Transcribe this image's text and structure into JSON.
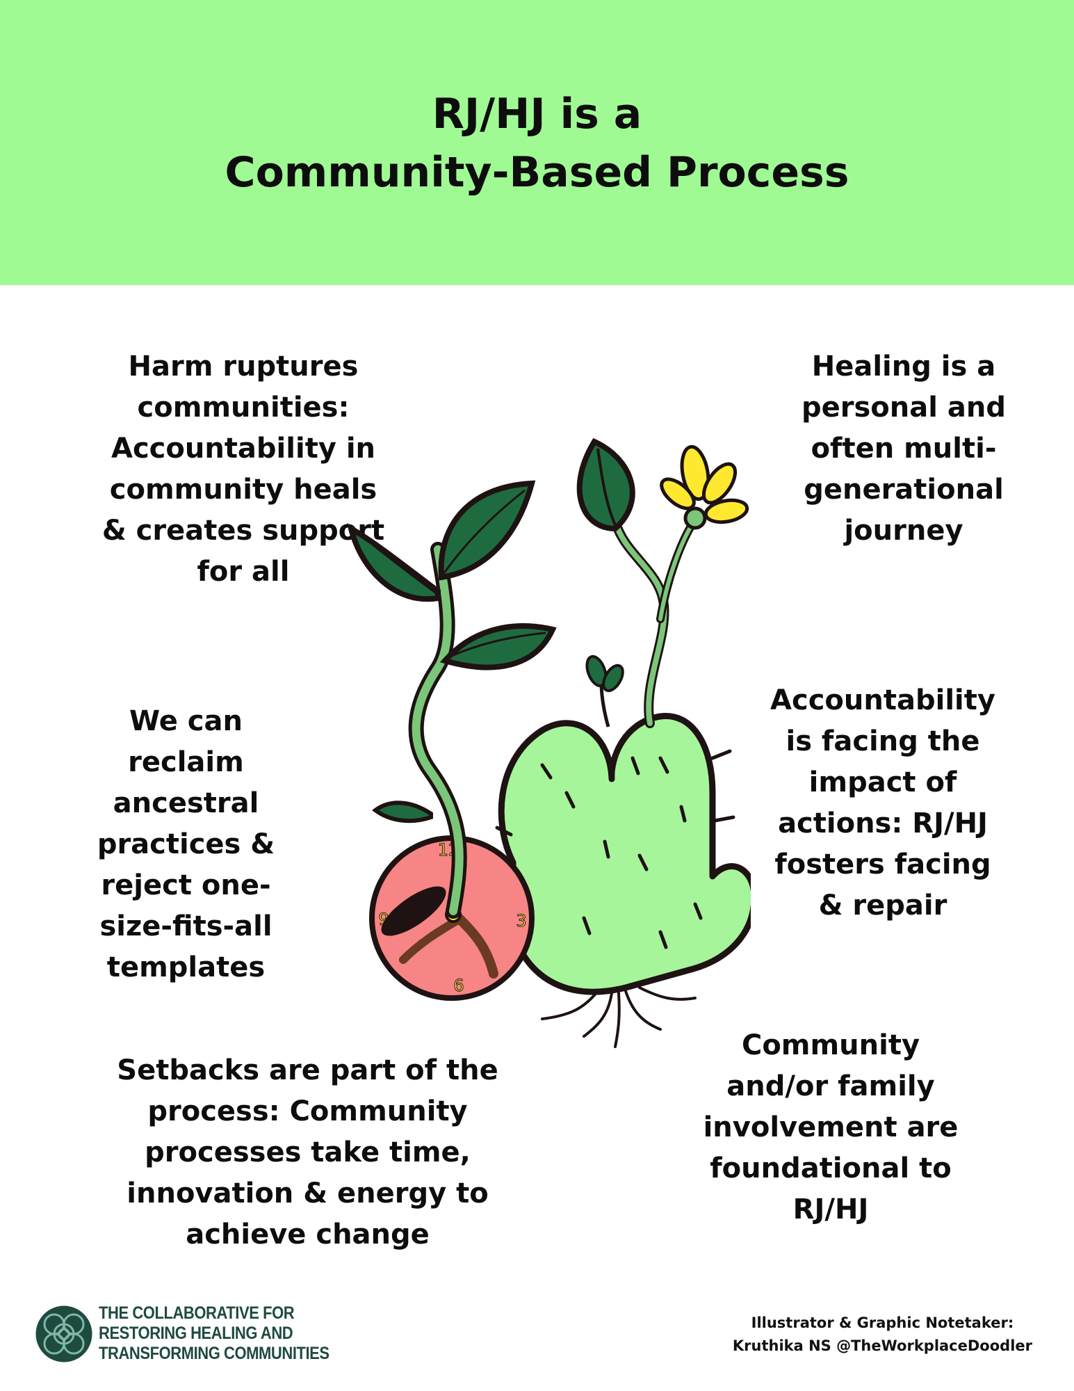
{
  "header": {
    "title_line1": "RJ/HJ is a",
    "title_line2": "Community-Based Process",
    "background": "#a0fa94"
  },
  "points": {
    "harm": [
      "Harm ruptures",
      "communities:",
      "Accountability in",
      "community heals",
      "& creates support",
      "for all"
    ],
    "healing": [
      "Healing is a",
      "personal and",
      "often multi-",
      "generational",
      "journey"
    ],
    "reclaim": [
      "We can",
      "reclaim",
      "ancestral",
      "practices &",
      "reject one-",
      "size-fits-all",
      "templates"
    ],
    "accountability": [
      "Accountability",
      "is facing the",
      "impact of",
      "actions: RJ/HJ",
      "fosters facing",
      "& repair"
    ],
    "setbacks": [
      "Setbacks are part of the",
      "process: Community",
      "processes take time,",
      "innovation & energy to",
      "achieve change"
    ],
    "community": [
      "Community",
      "and/or family",
      "involvement are",
      "foundational to",
      "RJ/HJ"
    ]
  },
  "illustration": {
    "clock_numbers": [
      "12",
      "3",
      "6",
      "9"
    ],
    "colors": {
      "leaf": "#1f6b40",
      "stem": "#7cc67a",
      "cactus": "#a6f59a",
      "clock": "#f78585",
      "flower": "#ffe930",
      "outline": "#1e1212"
    }
  },
  "footer": {
    "org_lines": [
      "THE COLLABORATIVE FOR",
      "RESTORING HEALING AND",
      "TRANSFORMING COMMUNITIES"
    ],
    "credit_lines": [
      "Illustrator & Graphic Notetaker:",
      "Kruthika NS @TheWorkplaceDoodler"
    ],
    "brand_color": "#1f4a40"
  }
}
